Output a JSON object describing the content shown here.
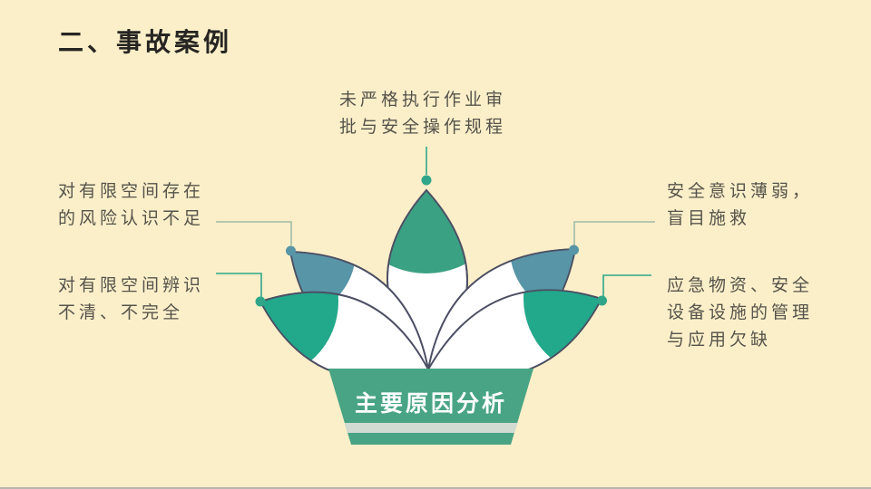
{
  "slide": {
    "title": "二、事故案例"
  },
  "diagram": {
    "center_label": "主要原因分析",
    "causes": {
      "top": {
        "lines": [
          "未严格执行作业审",
          "批与安全操作规程"
        ]
      },
      "upper_left": {
        "lines": [
          "对有限空间存在",
          "的风险认识不足"
        ]
      },
      "lower_left": {
        "lines": [
          "对有限空间辨识",
          "不清、不完全"
        ]
      },
      "upper_right": {
        "lines": [
          "安全意识薄弱，",
          "盲目施救"
        ]
      },
      "lower_right": {
        "lines": [
          "应急物资、安全",
          "设备设施的管理",
          "与应用欠缺"
        ]
      }
    }
  },
  "colors": {
    "background": "#FBEFC9",
    "title_text": "#262522",
    "label_text": "#55534B",
    "petal_outline": "#4C4F63",
    "petal_fill": "#FFFFFF",
    "petal_tip_green": "#3BA183",
    "petal_tip_teal_green": "#22A88B",
    "petal_tip_blue": "#5795A7",
    "base_green": "#48A484",
    "base_stripe": "#D2DBD2",
    "connector_green": "#2FA68A",
    "connector_pale": "#9FBCA6",
    "center_label_text": "#FFFFFF",
    "edge_line": "#B8B5AE"
  }
}
